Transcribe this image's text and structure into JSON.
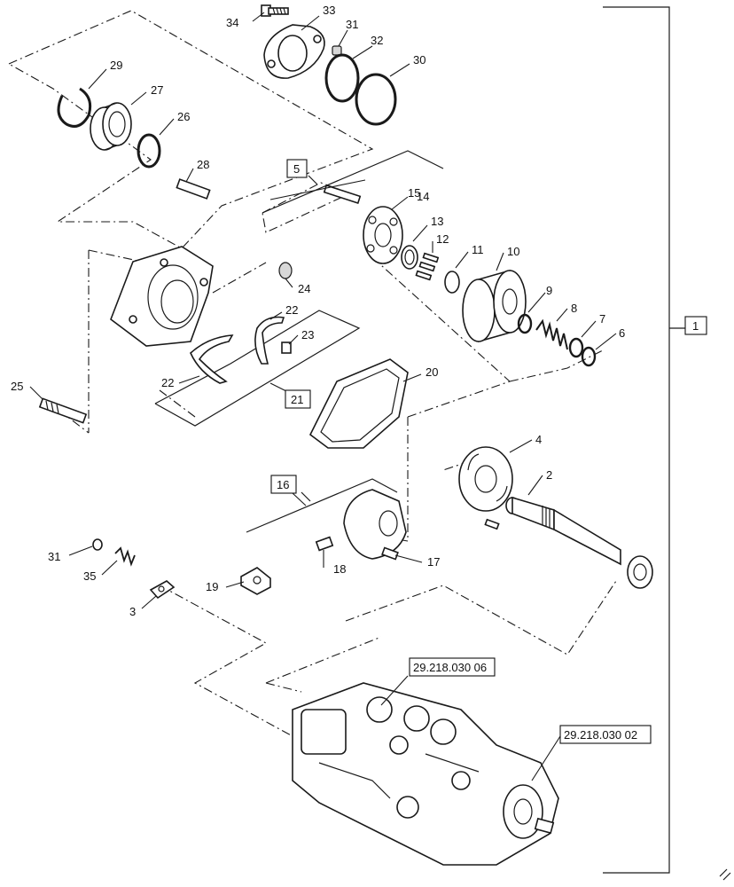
{
  "callouts": {
    "c1": "1",
    "c2": "2",
    "c3": "3",
    "c4": "4",
    "c5": "5",
    "c6": "6",
    "c7": "7",
    "c8": "8",
    "c9": "9",
    "c10": "10",
    "c11": "11",
    "c12": "12",
    "c13": "13",
    "c14": "14",
    "c15": "15",
    "c16": "16",
    "c17": "17",
    "c18": "18",
    "c19": "19",
    "c20": "20",
    "c21": "21",
    "c22a": "22",
    "c22b": "22",
    "c23": "23",
    "c24": "24",
    "c25": "25",
    "c26": "26",
    "c27": "27",
    "c28": "28",
    "c29": "29",
    "c30": "30",
    "c31a": "31",
    "c31b": "31",
    "c32": "32",
    "c33": "33",
    "c34": "34",
    "c35": "35"
  },
  "references": {
    "ref_top": "29.218.030 06",
    "ref_right": "29.218.030 02"
  },
  "icons": {
    "main_pump": "hydraulic-pump-assembly-icon",
    "bearing": "ball-bearing-icon"
  }
}
